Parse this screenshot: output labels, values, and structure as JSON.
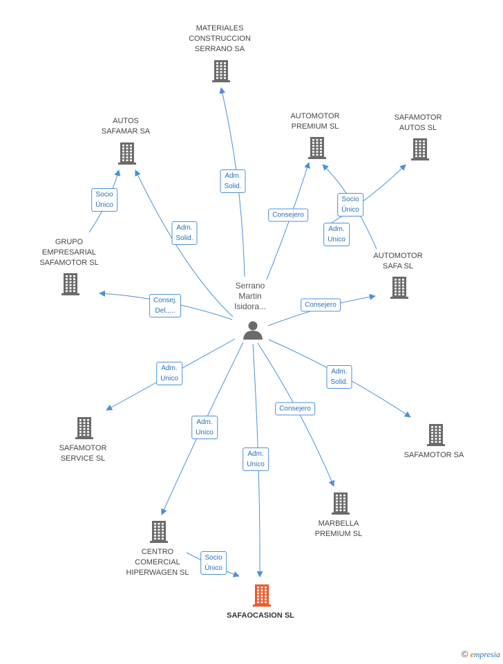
{
  "person": {
    "label": "Serrano\nMartin\nIsidora..."
  },
  "companies": [
    {
      "id": "materiales",
      "label": "MATERIALES\nCONSTRUCCION\nSERRANO SA"
    },
    {
      "id": "autos_safamar",
      "label": "AUTOS\nSAFAMAR SA"
    },
    {
      "id": "automotor_premium",
      "label": "AUTOMOTOR\nPREMIUM SL"
    },
    {
      "id": "safamotor_autos",
      "label": "SAFAMOTOR\nAUTOS SL"
    },
    {
      "id": "grupo",
      "label": "GRUPO\nEMPRESARIAL\nSAFAMOTOR SL"
    },
    {
      "id": "automotor_safa",
      "label": "AUTOMOTOR\nSAFA SL"
    },
    {
      "id": "safamotor_service",
      "label": "SAFAMOTOR\nSERVICE SL"
    },
    {
      "id": "safamotor_sa",
      "label": "SAFAMOTOR SA"
    },
    {
      "id": "marbella",
      "label": "MARBELLA\nPREMIUM SL"
    },
    {
      "id": "centro",
      "label": "CENTRO\nCOMERCIAL\nHIPERWAGEN SL"
    },
    {
      "id": "safaocasion",
      "label": "SAFAOCASION SL",
      "highlight": true
    }
  ],
  "relations": [
    {
      "id": "r_materiales",
      "label": "Adm.\nSolid."
    },
    {
      "id": "r_autos_safamar",
      "label": "Adm.\nSolid."
    },
    {
      "id": "r_grupo_autos",
      "label": "Socio\nÚnico"
    },
    {
      "id": "r_automotor_premium",
      "label": "Consejero"
    },
    {
      "id": "r_safa_to_premium",
      "label": "Socio\nÚnico"
    },
    {
      "id": "r_safamotor_autos",
      "label": "Adm.\nUnico"
    },
    {
      "id": "r_grupo",
      "label": "Consej.\nDel.,..."
    },
    {
      "id": "r_automotor_safa",
      "label": "Consejero"
    },
    {
      "id": "r_safamotor_service",
      "label": "Adm.\nUnico"
    },
    {
      "id": "r_safamotor_sa",
      "label": "Adm.\nSolid."
    },
    {
      "id": "r_centro",
      "label": "Adm.\nUnico"
    },
    {
      "id": "r_safaocasion",
      "label": "Adm.\nUnico"
    },
    {
      "id": "r_marbella",
      "label": "Consejero"
    },
    {
      "id": "r_centro_safaocasion",
      "label": "Socio\nÚnico"
    }
  ],
  "colors": {
    "edge": "#4a90d9",
    "building": "#6b6b6b",
    "highlight": "#f0582a",
    "person": "#6b6b6b"
  },
  "footer": {
    "copyright": "©",
    "brand_e": "e",
    "brand_rest": "mpresia"
  }
}
